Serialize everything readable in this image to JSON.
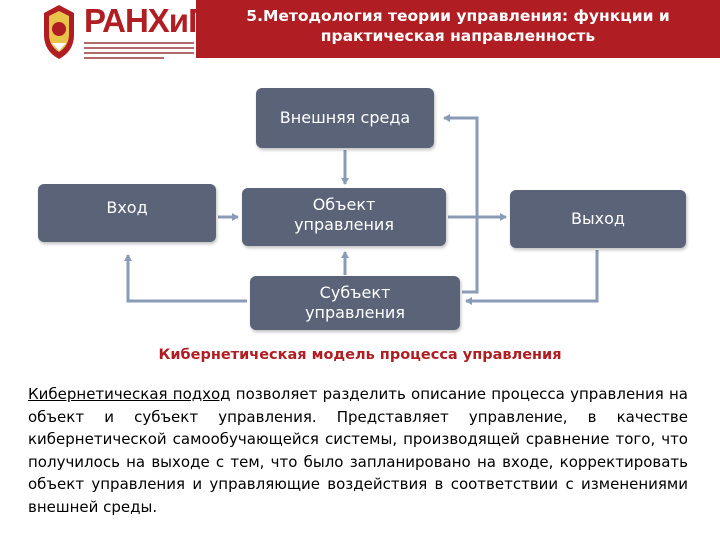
{
  "header": {
    "logo_name": "РАНХиГС",
    "title_line1": "5.Методология теории управления: функции и",
    "title_line2": "практическая направленность"
  },
  "diagram": {
    "external": "Внешняя среда",
    "input": "Вход",
    "object_line1": "Объект",
    "object_line2": "управления",
    "output": "Выход",
    "subject_line1": "Субъект",
    "subject_line2": "управления"
  },
  "caption": "Кибернетическая модель процесса управления",
  "paragraph": {
    "lead": "Кибернетическая подход",
    "rest": " позволяет разделить описание процесса управления на объект и субъект управления. Представляет управление, в качестве кибернетической самообучающейся системы, производящей сравнение того, что получилось на выходе с тем, что было запланировано на входе,  корректировать объект управления и управляющие воздействия в соответствии с изменениями внешней среды."
  },
  "colors": {
    "brand_red": "#b01e23",
    "box_fill": "#5a6378",
    "arrow": "#8a9bb8"
  }
}
